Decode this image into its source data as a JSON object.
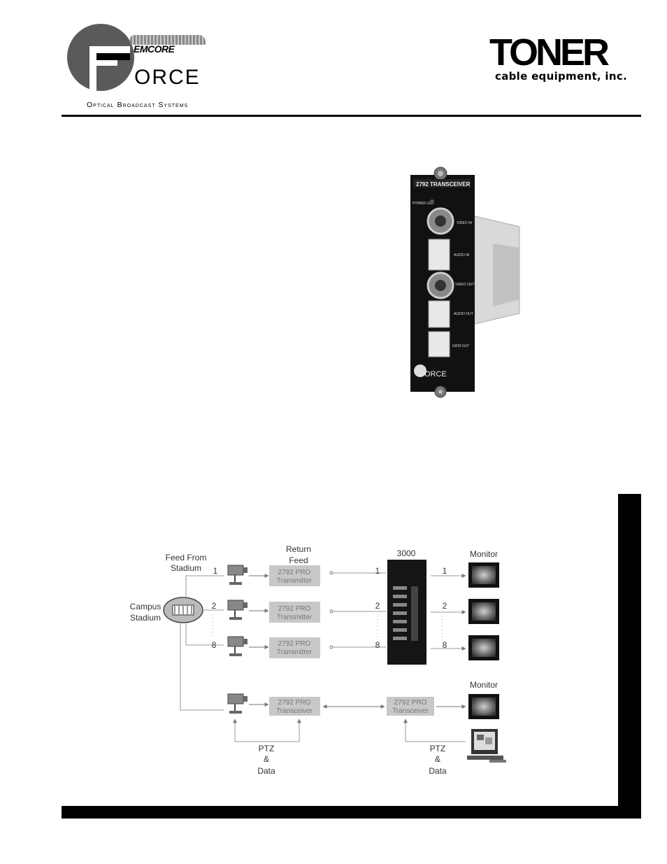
{
  "header": {
    "force_logo": {
      "brand_word": "ORCE",
      "partner_word": "EMCORE",
      "tagline": "Optical Broadcast Systems"
    },
    "toner_logo": {
      "brand_word": "TONER",
      "subtitle": "cable equipment, inc."
    }
  },
  "product_photo": {
    "model_label": "2792 TRANSCEIVER",
    "panel_labels": [
      "POWER LED",
      "VIDEO IN",
      "AUDIO IN",
      "VIDEO OUT",
      "AUDIO OUT",
      "DATA OUT"
    ],
    "logo_word": "ORCE"
  },
  "diagram": {
    "labels": {
      "feed_from": "Feed From",
      "stadium": "Stadium",
      "return": "Return",
      "feed": "Feed",
      "campus": "Campus",
      "campus_stadium": "Stadium",
      "unit_3000": "3000",
      "monitor_top": "Monitor",
      "monitor_bottom": "Monitor",
      "ptz": "PTZ",
      "amp": "&",
      "data": "Data",
      "ptz_right": "PTZ",
      "amp_right": "&",
      "data_right": "Data"
    },
    "transmitters": [
      {
        "line1": "2792 PRO",
        "line2": "Transmitter",
        "num": "1"
      },
      {
        "line1": "2792 PRO",
        "line2": "Transmitter",
        "num": "2"
      },
      {
        "line1": "2792 PRO",
        "line2": "Transmitter",
        "num": "8"
      }
    ],
    "transceivers": [
      {
        "line1": "2792 PRO",
        "line2": "Transceiver"
      },
      {
        "line1": "2792 PRO",
        "line2": "Transceiver"
      }
    ]
  },
  "colors": {
    "box_fill": "#c8c8c8",
    "line": "#9a9a9a",
    "rule": "#000000"
  }
}
